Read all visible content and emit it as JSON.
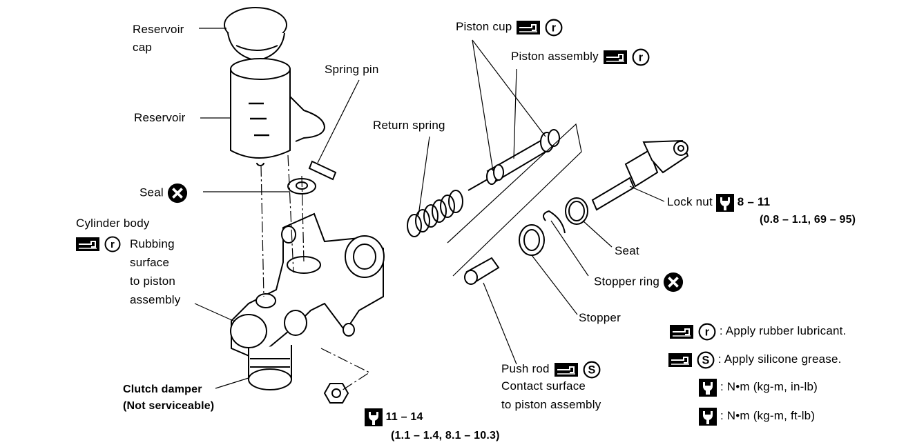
{
  "labels": {
    "reservoir_cap_1": "Reservoir",
    "reservoir_cap_2": "cap",
    "reservoir": "Reservoir",
    "spring_pin": "Spring pin",
    "seal": "Seal",
    "cylinder_body": "Cylinder body",
    "rubbing_1": "Rubbing",
    "rubbing_2": "surface",
    "rubbing_3": "to piston",
    "rubbing_4": "assembly",
    "clutch_damper": "Clutch damper",
    "not_serviceable": "(Not serviceable)",
    "torque_bottom_1": "11 – 14",
    "torque_bottom_2": "(1.1 – 1.4, 8.1 – 10.3)",
    "piston_cup": "Piston cup",
    "piston_assembly": "Piston assembly",
    "return_spring": "Return spring",
    "lock_nut": "Lock nut",
    "lock_nut_torque_1": "8 – 11",
    "lock_nut_torque_2": "(0.8 – 1.1, 69 – 95)",
    "seat": "Seat",
    "stopper_ring": "Stopper ring",
    "stopper": "Stopper",
    "push_rod": "Push rod",
    "contact_1": "Contact surface",
    "contact_2": "to piston assembly"
  },
  "legend": {
    "rubber": ": Apply rubber lubricant.",
    "silicone": ": Apply silicone grease.",
    "torque_in": ": N•m (kg-m, in-lb)",
    "torque_ft": ": N•m (kg-m, ft-lb)"
  },
  "icons": {
    "grease_gun": "grease-gun-icon",
    "rubber": "r-circle-icon",
    "silicone": "s-circle-icon",
    "replace": "x-replace-icon",
    "torque_in": "torque-in-lb-icon",
    "torque_ft": "torque-ft-lb-icon"
  }
}
